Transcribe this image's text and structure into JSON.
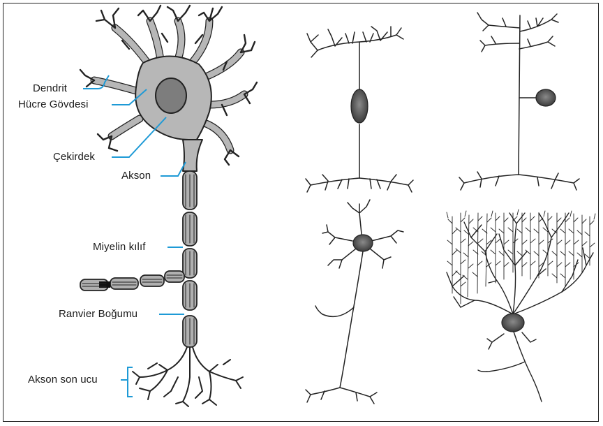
{
  "labels": {
    "dendrit": "Dendrit",
    "hucre_govdesi": "Hücre Gövdesi",
    "cekirdek": "Çekirdek",
    "akson": "Akson",
    "miyelin_kilif": "Miyelin kılıf",
    "ranvier_bogumu": "Ranvier Boğumu",
    "akson_son_ucu": "Akson son ucu"
  },
  "colors": {
    "leader_line": "#1e9ad6",
    "cell_body": "#b7b7b7",
    "nucleus": "#7d7d7d",
    "outline": "#222222"
  }
}
